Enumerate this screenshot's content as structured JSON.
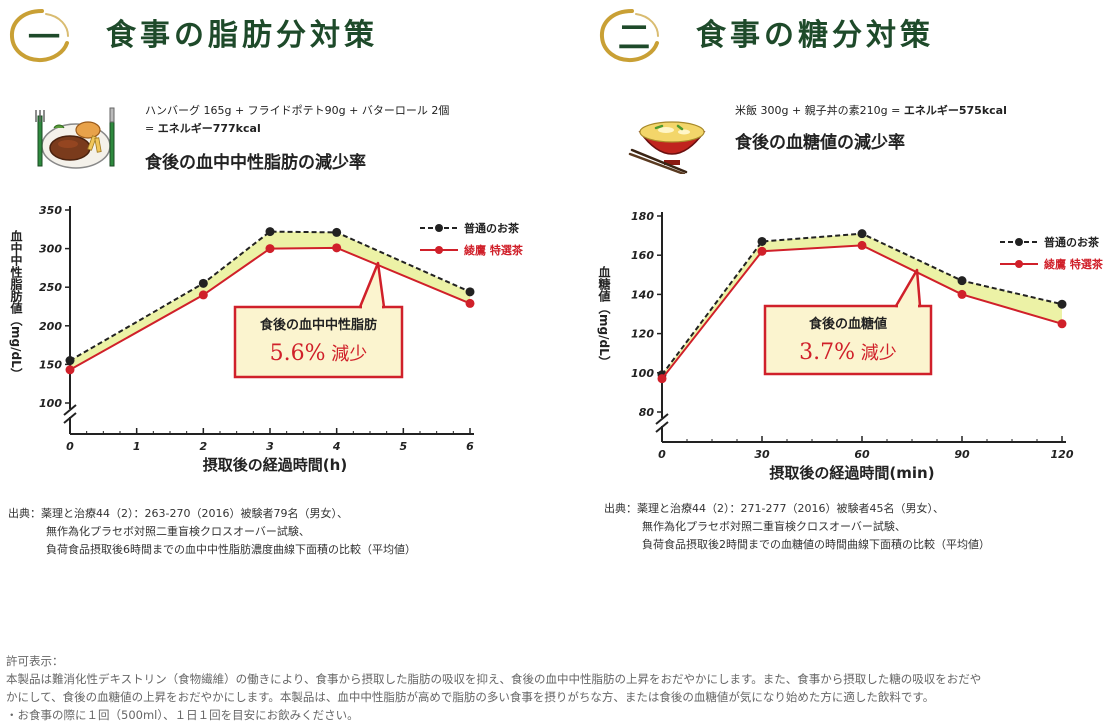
{
  "left": {
    "emblem_char": "一",
    "title": "食事の脂肪分対策",
    "meal_line1": "ハンバーグ 165g + フライドポテト90g + バターロール 2個",
    "meal_line2_prefix": "= ",
    "meal_line2_energy": "エネルギー777kcal",
    "chart_title": "食後の血中中性脂肪の減少率",
    "source_line1": "出典：薬理と治療44（2）：263-270（2016）被験者79名（男女）、",
    "source_line2": "無作為化プラセボ対照二重盲検クロスオーバー試験、",
    "source_line3": "負荷食品摂取後6時間までの血中中性脂肪濃度曲線下面積の比較（平均値）"
  },
  "right": {
    "emblem_char": "二",
    "title": "食事の糖分対策",
    "meal_line1_prefix": "米飯 300g + 親子丼の素210g = ",
    "meal_line1_energy": "エネルギー575kcal",
    "chart_title": "食後の血糖値の減少率",
    "source_line1": "出典：薬理と治療44（2）：271-277（2016）被験者45名（男女）、",
    "source_line2": "無作為化プラセボ対照二重盲検クロスオーバー試験、",
    "source_line3": "負荷食品摂取後2時間までの血糖値の時間曲線下面積の比較（平均値）"
  },
  "colors": {
    "title_green": "#1e4a2a",
    "normal_series": "#222222",
    "special_series": "#d0202a",
    "band_fill": "#ecf2a6",
    "callout_fill": "#fbf4cf",
    "callout_stroke": "#d0202a",
    "emblem_gold": "#c9a035"
  },
  "chart_data": [
    {
      "type": "line",
      "ylabel": "血中中性脂肪値（mg/dL）",
      "xlabel": "摂取後の経過時間(h)",
      "x": [
        0,
        2,
        3,
        4,
        6
      ],
      "xticks": [
        "0",
        "1",
        "2",
        "3",
        "4",
        "5",
        "6"
      ],
      "yticks": [
        "100",
        "150",
        "200",
        "250",
        "300",
        "350"
      ],
      "ylim": [
        100,
        350
      ],
      "xlim": [
        0,
        6
      ],
      "axis_break": true,
      "series": [
        {
          "name": "普通のお茶",
          "values": [
            155,
            255,
            322,
            321,
            244
          ],
          "style": "dashed",
          "color": "#222222"
        },
        {
          "name": "綾鷹 特選茶",
          "values": [
            143,
            240,
            300,
            301,
            229
          ],
          "style": "solid",
          "color": "#d0202a"
        }
      ],
      "annotation": {
        "line1": "食後の血中中性脂肪",
        "value": "5.6%",
        "suffix": " 減少"
      },
      "legend_placement": "top-right"
    },
    {
      "type": "line",
      "ylabel": "血糖値（mg/dL）",
      "xlabel": "摂取後の経過時間(min)",
      "x": [
        0,
        30,
        60,
        90,
        120
      ],
      "xticks": [
        "0",
        "30",
        "60",
        "90",
        "120"
      ],
      "yticks": [
        "80",
        "100",
        "120",
        "140",
        "160",
        "180"
      ],
      "ylim": [
        80,
        180
      ],
      "xlim": [
        0,
        120
      ],
      "axis_break": true,
      "series": [
        {
          "name": "普通のお茶",
          "values": [
            99,
            167,
            171,
            147,
            135
          ],
          "style": "dashed",
          "color": "#222222"
        },
        {
          "name": "綾鷹 特選茶",
          "values": [
            97,
            162,
            165,
            140,
            125
          ],
          "style": "solid",
          "color": "#d0202a"
        }
      ],
      "annotation": {
        "line1": "食後の血糖値",
        "value": "3.7%",
        "suffix": " 減少"
      },
      "legend_placement": "top-right"
    }
  ],
  "license": {
    "heading": "許可表示：",
    "line1": "本製品は難消化性デキストリン（食物繊維）の働きにより、食事から摂取した脂肪の吸収を抑え、食後の血中中性脂肪の上昇をおだやかにします。また、食事から摂取した糖の吸収をおだや",
    "line2": "かにして、食後の血糖値の上昇をおだやかにします。本製品は、血中中性脂肪が高めで脂肪の多い食事を摂りがちな方、または食後の血糖値が気になり始めた方に適した飲料です。",
    "line3": "・お食事の際に１回（500ml）、１日１回を目安にお飲みください。"
  }
}
